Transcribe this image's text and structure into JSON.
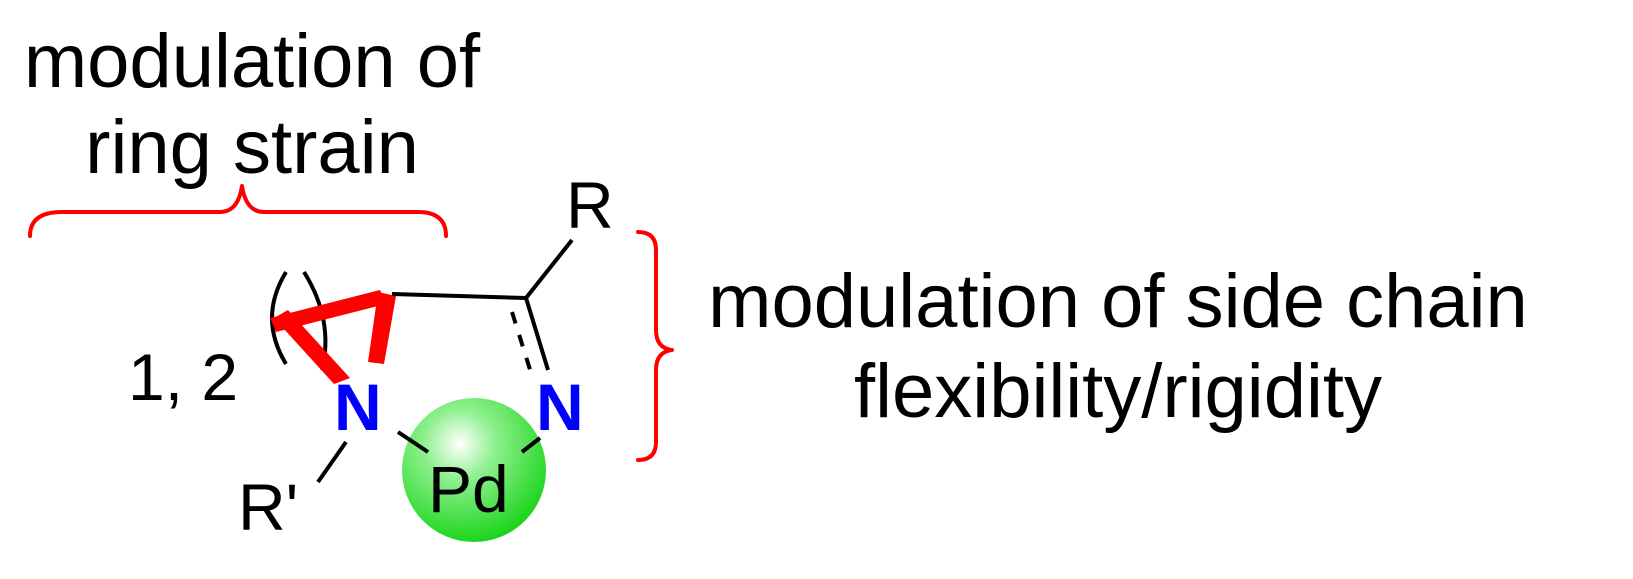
{
  "annotations": {
    "ring_strain_line1": "modulation of",
    "ring_strain_line2": "ring strain",
    "side_chain_line1": "modulation of side chain",
    "side_chain_line2": "flexibility/rigidity"
  },
  "structure": {
    "ring_size_label": "1, 2",
    "substituent_r": "R",
    "substituent_r_prime": "R'",
    "nitrogen_left": "N",
    "nitrogen_right": "N",
    "metal": "Pd"
  },
  "colors": {
    "bracket": "#ff0000",
    "strained_bonds": "#ff0000",
    "nitrogen": "#0000ff",
    "metal_sphere": "#22dd22",
    "text": "#000000"
  }
}
